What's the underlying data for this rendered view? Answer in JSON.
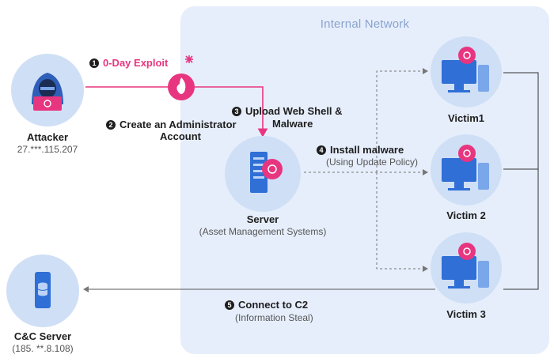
{
  "network": {
    "title": "Internal Network"
  },
  "attacker": {
    "name": "Attacker",
    "ip": "27.***.115.207"
  },
  "cnc": {
    "name": "C&C Server",
    "ip": "(185. **.8.108)"
  },
  "server": {
    "name": "Server",
    "desc": "(Asset Management Systems)"
  },
  "victims": [
    "Victim1",
    "Victim 2",
    "Victim 3"
  ],
  "steps": {
    "s1": {
      "num": "1",
      "text": "0-Day Exploit"
    },
    "s2": {
      "num": "2",
      "line1": "Create an Administrator",
      "line2": "Account"
    },
    "s3": {
      "num": "3",
      "line1": "Upload Web Shell &",
      "line2": "Malware"
    },
    "s4": {
      "num": "4",
      "text": "Install malware",
      "sub": "(Using Update Policy)"
    },
    "s5": {
      "num": "5",
      "text": "Connect to C2",
      "sub": "(Information Steal)"
    }
  },
  "colors": {
    "accent": "#e8357f",
    "network_bg": "#e6eefb",
    "icon_blue": "#2f6fd6",
    "circle": "#cfdff6"
  }
}
